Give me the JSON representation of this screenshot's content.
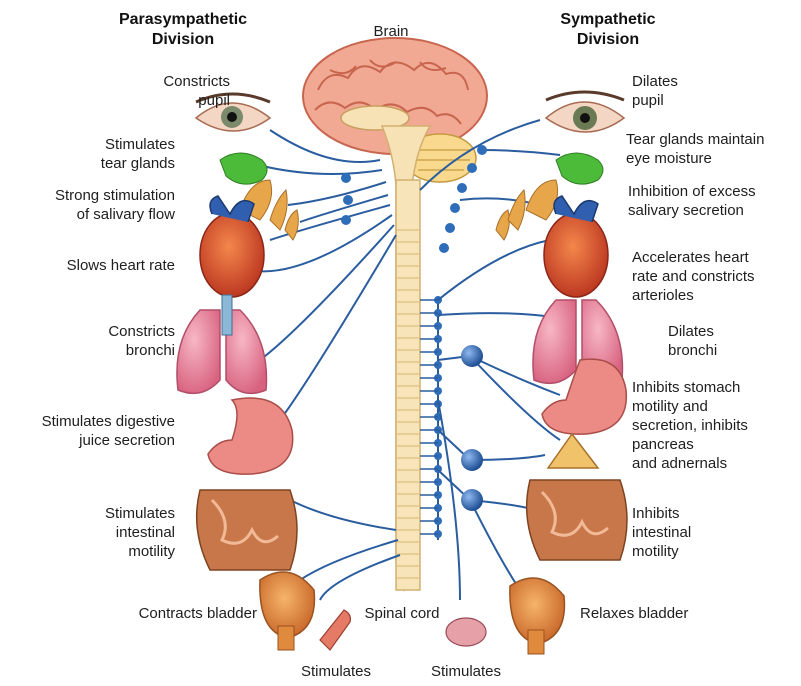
{
  "parasympathetic": {
    "title_line1": "Parasympathetic",
    "title_line2": "Division",
    "effects": {
      "pupil": [
        "Constricts",
        "pupil"
      ],
      "tear": [
        "Stimulates",
        "tear glands"
      ],
      "saliva": [
        "Strong stimulation",
        "of salivary flow"
      ],
      "heart": [
        "Slows heart rate"
      ],
      "bronchi": [
        "Constricts",
        "bronchi"
      ],
      "digestive": [
        "Stimulates digestive",
        "juice secretion"
      ],
      "intestine": [
        "Stimulates",
        "intestinal",
        "motility"
      ],
      "bladder": [
        "Contracts bladder"
      ],
      "genital": [
        "Stimulates"
      ]
    }
  },
  "sympathetic": {
    "title_line1": "Sympathetic",
    "title_line2": "Division",
    "effects": {
      "pupil": [
        "Dilates",
        "pupil"
      ],
      "tear": [
        "Tear glands maintain",
        "eye moisture"
      ],
      "saliva": [
        "Inhibition of excess",
        "salivary secretion"
      ],
      "heart": [
        "Accelerates heart",
        "rate and constricts",
        "arterioles"
      ],
      "bronchi": [
        "Dilates",
        "bronchi"
      ],
      "stomach": [
        "Inhibits stomach",
        "motility and",
        "secretion, inhibits",
        "pancreas",
        "and adnernals"
      ],
      "intestine": [
        "Inhibits",
        "intestinal",
        "motility"
      ],
      "bladder": [
        "Relaxes bladder"
      ],
      "genital": [
        "Stimulates"
      ]
    }
  },
  "center": {
    "brain": "Brain",
    "spinal_cord": "Spinal cord"
  },
  "colors": {
    "nerve": "#2a5d9f",
    "ganglion": "#2f6db8",
    "cord": "#f6e2b5",
    "brain": "#f0a48e",
    "heart": "#d9452a",
    "lung": "#ee8fa8",
    "stomach": "#ec8a85",
    "intestine": "#c7774a",
    "bladder": "#e08a3e",
    "gland": "#e7a64a",
    "tear_gland": "#4cbb3a"
  }
}
